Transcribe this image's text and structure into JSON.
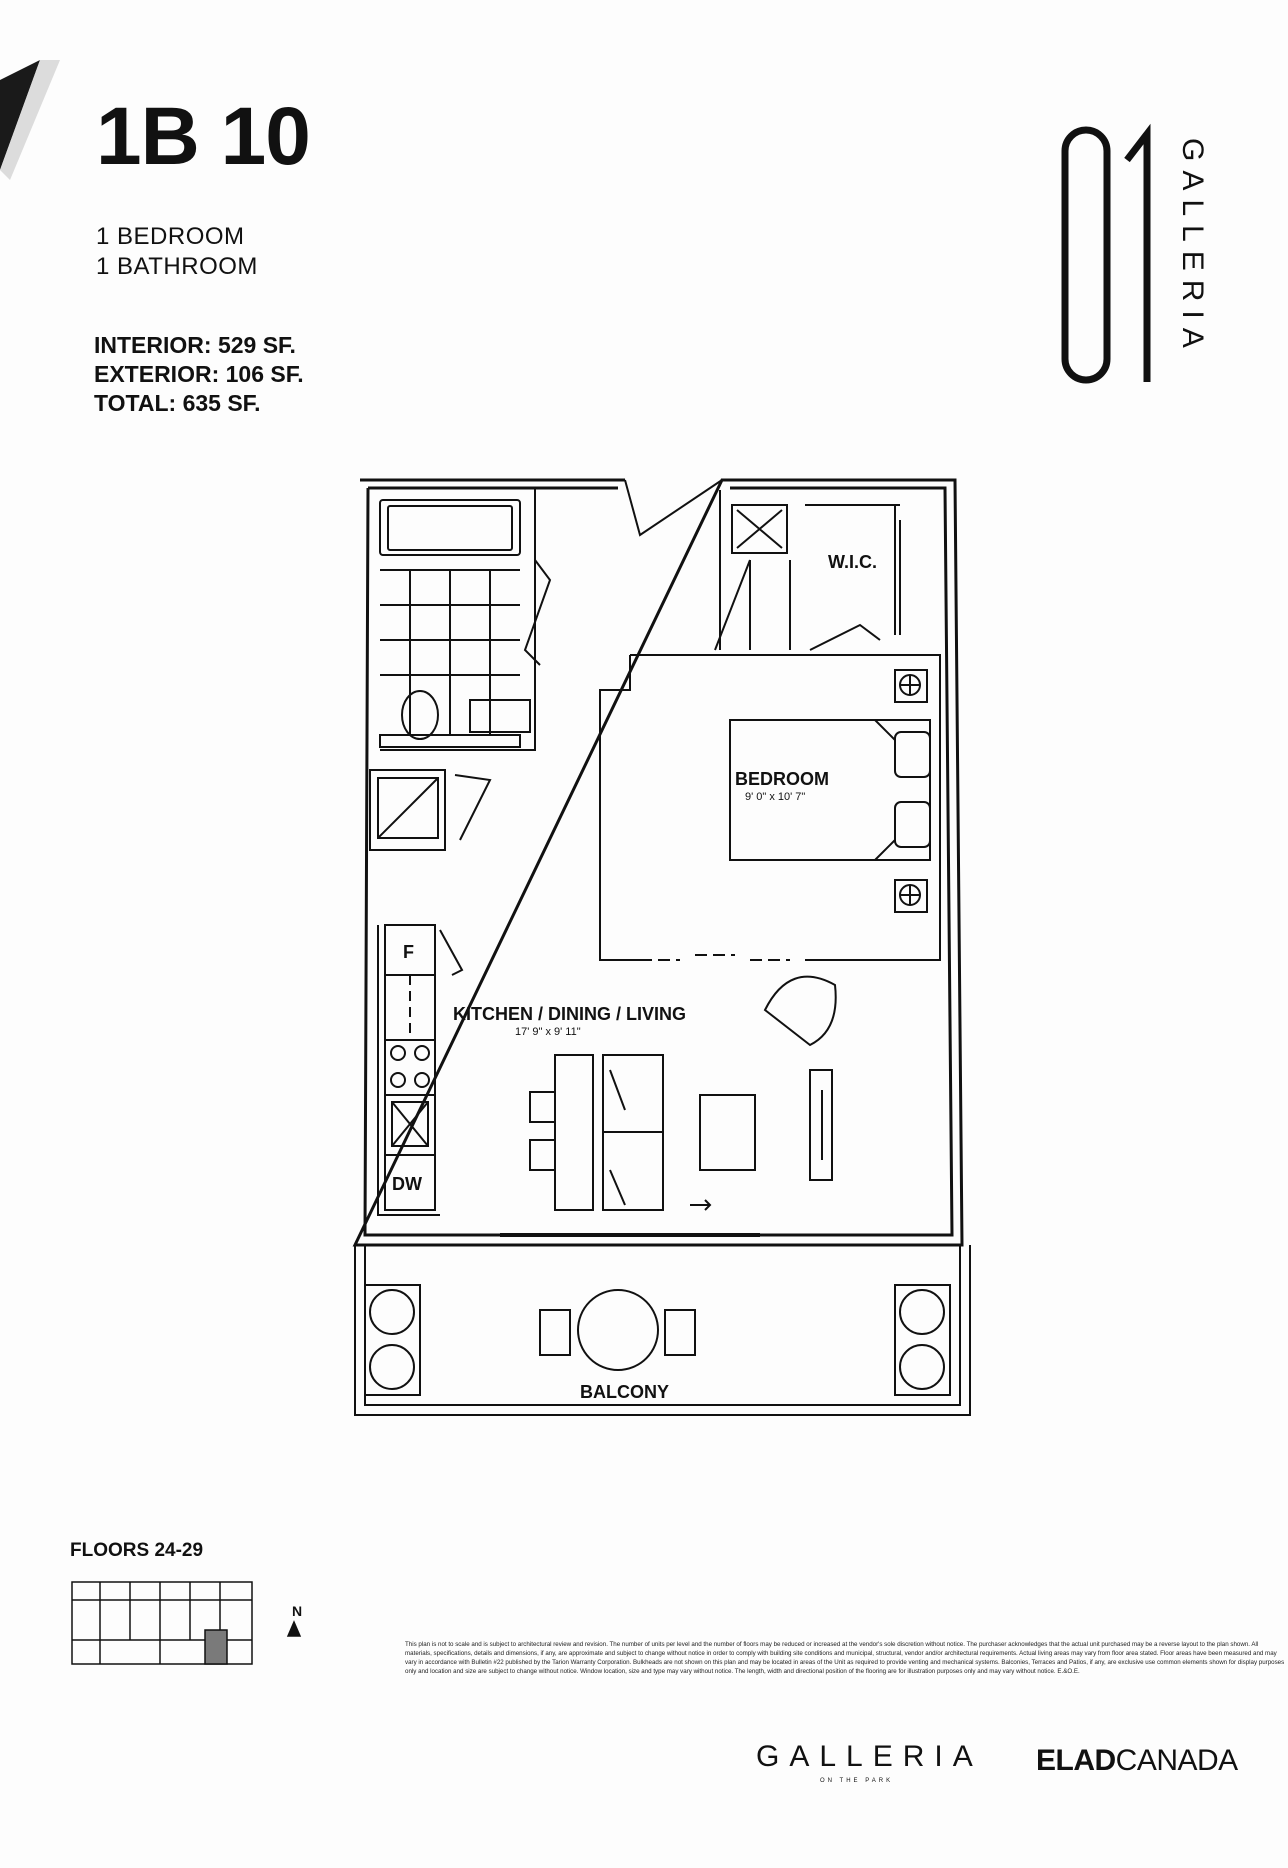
{
  "unit": {
    "name": "1B 10",
    "bedrooms": "1 BEDROOM",
    "bathrooms": "1 BATHROOM",
    "interior": "INTERIOR: 529 SF.",
    "exterior": "EXTERIOR: 106 SF.",
    "total": "TOTAL: 635 SF."
  },
  "brand_mark": {
    "number": "01",
    "word": "GALLERIA"
  },
  "rooms": {
    "wic": "W.I.C.",
    "bedroom": "BEDROOM",
    "bedroom_dim": "9' 0\" x 10' 7\"",
    "kitchen": "KITCHEN / DINING / LIVING",
    "kitchen_dim": "17' 9\" x 9' 11\"",
    "fridge": "F",
    "dishwasher": "DW",
    "balcony": "BALCONY"
  },
  "keyplan": {
    "floors": "FLOORS 24-29",
    "north": "N"
  },
  "disclaimer": "This plan is not to scale and is subject to architectural review and revision. The number of units per level and the number of floors may be reduced or increased at the vendor's sole discretion without notice. The purchaser acknowledges that the actual unit purchased may be a reverse layout to the plan shown. All materials, specifications, details and dimensions, if any, are approximate and subject to change without notice in order to comply with building site conditions and municipal, structural, vendor and/or architectural requirements. Actual living areas may vary from floor area stated. Floor areas have been measured and may vary in accordance with Bulletin #22 published by the Tarion Warranty Corporation. Bulkheads are not shown on this plan and may be located in areas of the Unit as required to provide venting and mechanical systems. Balconies, Terraces and Patios, if any, are exclusive use common elements shown for display purposes only and location and size are subject to change without notice. Window location, size and type may vary without notice. The length, width and directional position of the flooring are for illustration purposes only and may vary without notice. E.&O.E.",
  "footer": {
    "galleria": "GALLERIA",
    "galleria_sub": "ON THE PARK",
    "elad_bold": "ELAD",
    "elad_light": "CANADA"
  },
  "colors": {
    "ink": "#111111",
    "paper": "#fdfdfd",
    "keyplan_highlight": "#7a7a7a"
  }
}
